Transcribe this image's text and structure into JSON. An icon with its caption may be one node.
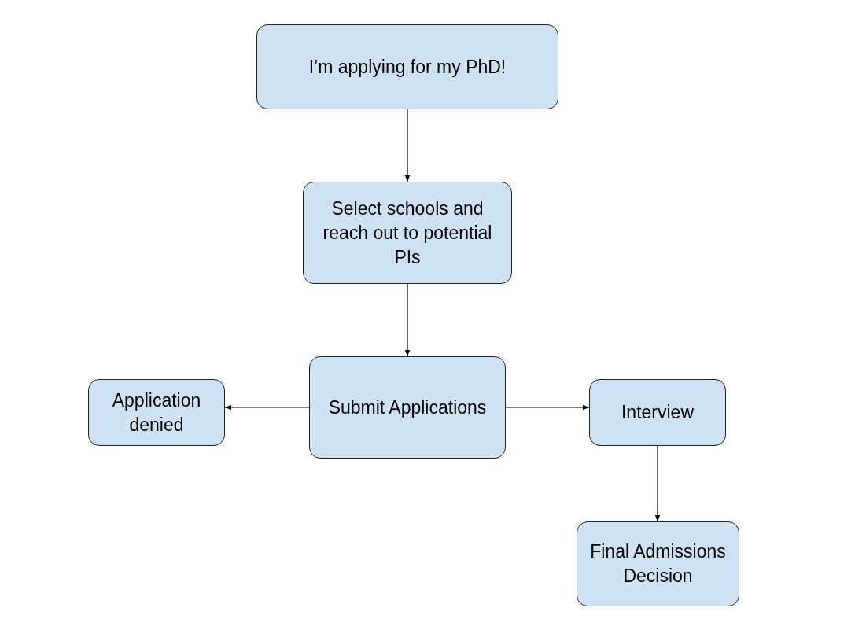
{
  "diagram": {
    "nodes": [
      {
        "text": [
          "I’m applying for my PhD!"
        ]
      },
      {
        "text": [
          "Select schools and reach out to potential PIs"
        ]
      },
      {
        "text": [
          "Submit Applications"
        ]
      },
      {
        "text": [
          "Application denied"
        ]
      },
      {
        "text": [
          "Interview"
        ]
      },
      {
        "text": [
          "Final Admissions Decision"
        ]
      }
    ],
    "edges": [
      {
        "from": 0,
        "to": 1,
        "arrow": "to"
      },
      {
        "from": 1,
        "to": 2,
        "arrow": "to"
      },
      {
        "from": 2,
        "to": 3,
        "arrow": "to"
      },
      {
        "from": 2,
        "to": 4,
        "arrow": "to"
      },
      {
        "from": 4,
        "to": 5,
        "arrow": "to"
      }
    ]
  }
}
